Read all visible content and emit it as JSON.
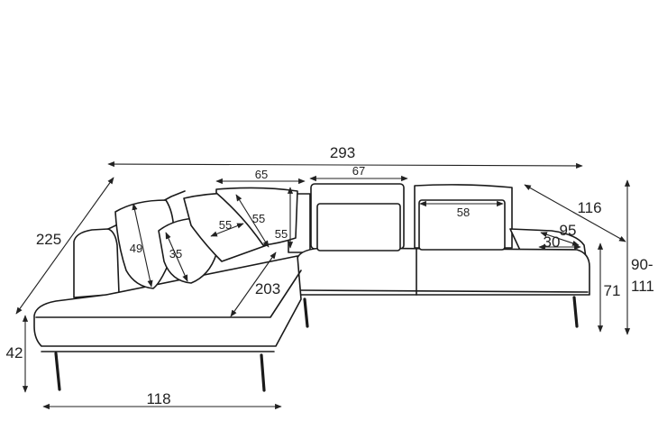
{
  "colors": {
    "line": "#1a1a1a",
    "background": "#ffffff"
  },
  "dimensions": {
    "total_width": "293",
    "left_depth": "225",
    "seat_back_left": "65",
    "seat_back_right": "67",
    "right_depth": "116",
    "height_a": "90-",
    "height_b": "111",
    "arm_height": "71",
    "arm_depth": "95",
    "arm_width": "30",
    "cushion_58": "58",
    "pillow_55_w": "55",
    "pillow_55_h": "55",
    "pillow_55_side": "55",
    "pillow_49": "49",
    "pillow_35": "35",
    "chaise_length": "203",
    "seat_height": "42",
    "chaise_width": "118"
  }
}
